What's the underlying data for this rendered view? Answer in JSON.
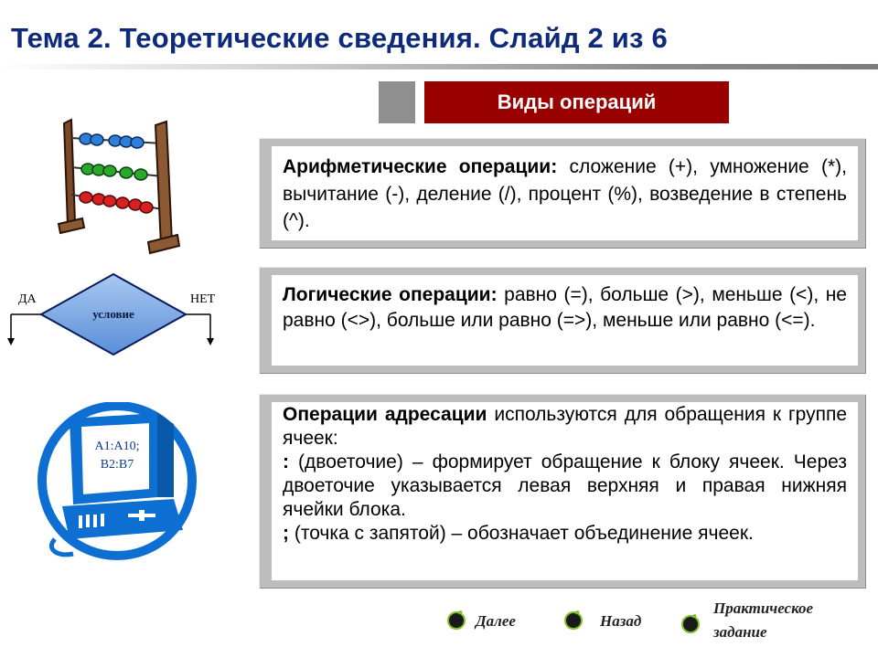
{
  "title": "Тема 2. Теоретические сведения. Слайд 2 из 6",
  "header": "Виды операций",
  "panels": {
    "arithmetic": {
      "term": "Арифметические операции:",
      "text": " сложение (+), умножение (*), вычитание (-), деление (/), процент (%), возведение в степень (^)."
    },
    "logical": {
      "term": "Логические операции:",
      "text": " равно (=), больше (>), меньше (<), не равно (<>), больше или равно (=>), меньше или равно (<=)."
    },
    "address": {
      "term": "Операции адресации",
      "text1": " используются для обращения к группе ячеек:",
      "colon_sym": ":",
      "text2": " (двоеточие) – формирует обращение к блоку ячеек. Через двоеточие указывается левая верхняя и правая нижняя ячейки блока.",
      "semi_sym": ";",
      "text3": " (точка с запятой) – обозначает объединение ячеек."
    }
  },
  "flowchart": {
    "yes": "ДА",
    "no": "НЕТ",
    "condition": "условие"
  },
  "computer": {
    "screen_line1": "A1:A10;",
    "screen_line2": "B2:B7"
  },
  "nav": {
    "next": "Далее",
    "back": "Назад",
    "practice_line1": "Практическое",
    "practice_line2": "задание"
  },
  "colors": {
    "title": "#0e2a7a",
    "header_bg": "#990000",
    "panel_frame": "#bdbdbd",
    "computer_blue": "#0d6fd1"
  }
}
